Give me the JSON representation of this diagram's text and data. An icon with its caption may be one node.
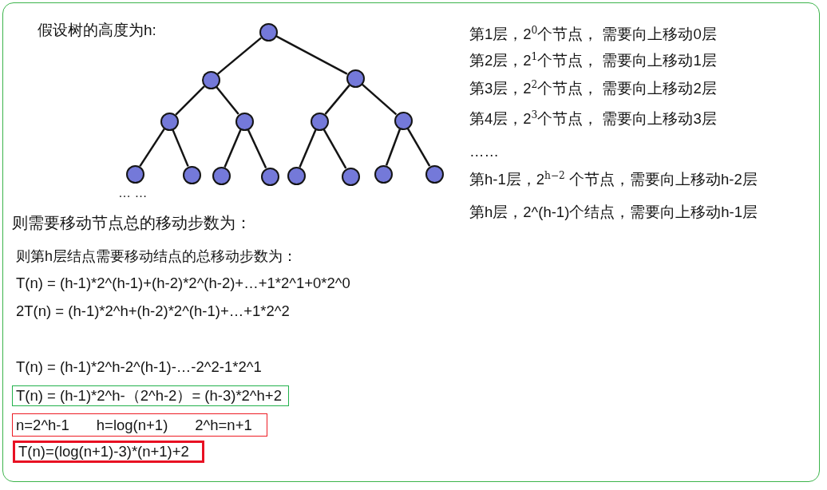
{
  "diagram": {
    "nodes": [
      {
        "text": [],
        "shape": "circle"
      },
      {
        "text": [],
        "shape": "circle"
      },
      {
        "text": [],
        "shape": "circle"
      },
      {
        "text": [],
        "shape": "circle"
      },
      {
        "text": [],
        "shape": "circle"
      },
      {
        "text": [],
        "shape": "circle"
      },
      {
        "text": [],
        "shape": "circle"
      },
      {
        "text": [],
        "shape": "circle"
      },
      {
        "text": [],
        "shape": "circle"
      },
      {
        "text": [],
        "shape": "circle"
      },
      {
        "text": [],
        "shape": "circle"
      },
      {
        "text": [],
        "shape": "circle"
      },
      {
        "text": [],
        "shape": "circle"
      },
      {
        "text": [],
        "shape": "circle"
      },
      {
        "text": [],
        "shape": "circle"
      },
      {
        "text": [
          "T(n) = (h-1)*2^h-（2^h-2）= (h-3)*2^h+2"
        ]
      },
      {
        "text": [
          "n=2^h-1",
          "h=log(n+1)",
          "2^h=n+1"
        ]
      },
      {
        "text": [
          "T(n)=(log(n+1)-3)*(n+1)+2"
        ]
      }
    ],
    "edges": [
      {
        "from": 0,
        "to": 1,
        "arrow": "none"
      },
      {
        "from": 0,
        "to": 2,
        "arrow": "none"
      },
      {
        "from": 1,
        "to": 3,
        "arrow": "none"
      },
      {
        "from": 1,
        "to": 4,
        "arrow": "none"
      },
      {
        "from": 2,
        "to": 5,
        "arrow": "none"
      },
      {
        "from": 2,
        "to": 6,
        "arrow": "none"
      },
      {
        "from": 3,
        "to": 7,
        "arrow": "none"
      },
      {
        "from": 3,
        "to": 8,
        "arrow": "none"
      },
      {
        "from": 4,
        "to": 9,
        "arrow": "none"
      },
      {
        "from": 4,
        "to": 10,
        "arrow": "none"
      },
      {
        "from": 5,
        "to": 11,
        "arrow": "none"
      },
      {
        "from": 5,
        "to": 12,
        "arrow": "none"
      },
      {
        "from": 6,
        "to": 13,
        "arrow": "none"
      },
      {
        "from": 6,
        "to": 14,
        "arrow": "none"
      }
    ],
    "labels": [
      "假设树的高度为h:",
      "第1层，2$^{0}$个节点， 需要向上移动0层",
      "第2层，2$^{1}$个节点， 需要向上移动1层",
      "第3层，2$^{2}$个节点， 需要向上移动2层",
      "第4层，2$^{3}$个节点， 需要向上移动3层",
      "……",
      "第h-1层，2$^{h−2}$ 个节点，需要向上移动h-2层",
      "… …",
      "第h层，2^(h-1)个结点，需要向上移动h-1层",
      "则需要移动节点总的移动步数为：",
      "则第h层结点需要移动结点的总移动步数为：",
      "T(n) = (h-1)*2^(h-1)+(h-2)*2^(h-2)+…+1*2^1+0*2^0",
      "2T(n) = (h-1)*2^h+(h-2)*2^(h-1)+…+1*2^2",
      "T(n) = (h-1)*2^h-2^(h-1)-…-2^2-1*2^1"
    ]
  }
}
